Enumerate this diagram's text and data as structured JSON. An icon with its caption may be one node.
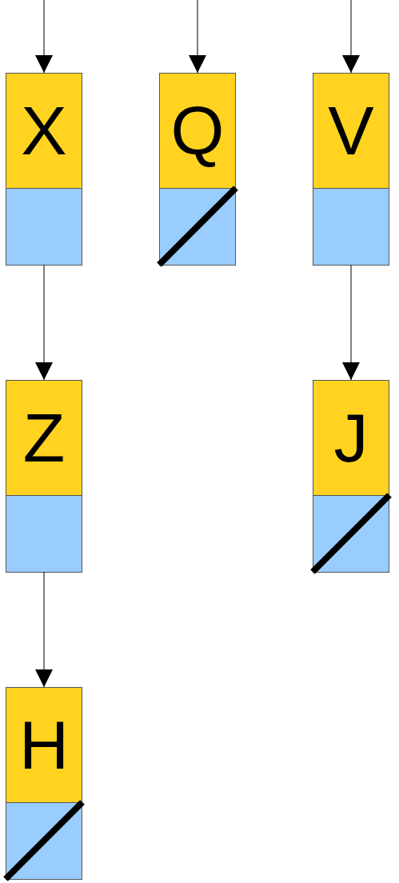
{
  "diagram": {
    "nodes": [
      {
        "text": [
          "X"
        ]
      },
      {
        "text": [
          "Q"
        ]
      },
      {
        "text": [
          "V"
        ]
      },
      {
        "text": [
          "Z"
        ]
      },
      {
        "text": [
          "J"
        ]
      },
      {
        "text": [
          "H"
        ]
      }
    ],
    "edges": [
      {
        "from": null,
        "to": 0,
        "arrow": "to"
      },
      {
        "from": null,
        "to": 1,
        "arrow": "to"
      },
      {
        "from": null,
        "to": 2,
        "arrow": "to"
      },
      {
        "from": 0,
        "to": 3,
        "arrow": "to"
      },
      {
        "from": 2,
        "to": 4,
        "arrow": "to"
      },
      {
        "from": 3,
        "to": 5,
        "arrow": "to"
      }
    ]
  }
}
